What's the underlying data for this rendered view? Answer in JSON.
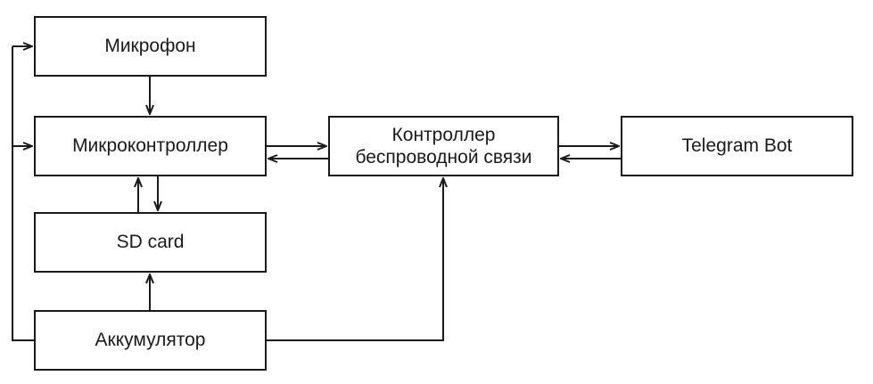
{
  "diagram": {
    "nodes": {
      "microphone": "Микрофон",
      "microcontroller": "Микроконтроллер",
      "sd_card": "SD card",
      "battery": "Аккумулятор",
      "wireless_controller": "Контроллер\nбеспроводной связи",
      "telegram_bot": "Telegram Bot"
    },
    "edges": [
      {
        "from": "microphone",
        "to": "microcontroller"
      },
      {
        "from": "microcontroller",
        "to": "sd_card"
      },
      {
        "from": "sd_card",
        "to": "microcontroller"
      },
      {
        "from": "battery",
        "to": "sd_card"
      },
      {
        "from": "microcontroller",
        "to": "wireless_controller"
      },
      {
        "from": "wireless_controller",
        "to": "microcontroller"
      },
      {
        "from": "wireless_controller",
        "to": "telegram_bot"
      },
      {
        "from": "telegram_bot",
        "to": "wireless_controller"
      },
      {
        "from": "battery",
        "to": "wireless_controller"
      },
      {
        "from": "battery",
        "to": "microphone"
      },
      {
        "from": "battery",
        "to": "microcontroller"
      }
    ]
  }
}
